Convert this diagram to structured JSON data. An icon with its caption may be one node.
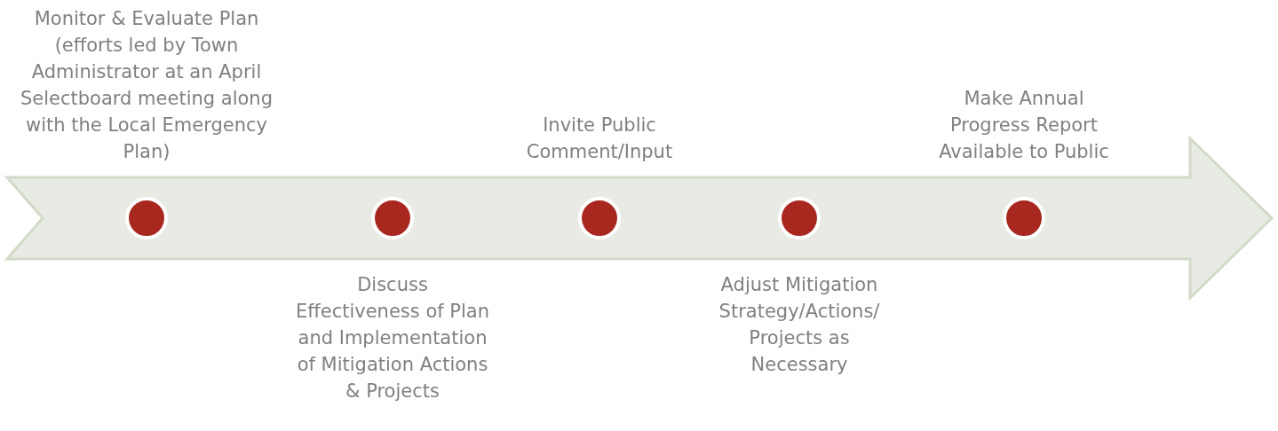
{
  "diagram": {
    "nodes": [
      {
        "text": [],
        "shape": "circle",
        "beside": [
          "Monitor & Evaluate Plan (efforts led by Town Administrator at an April Selectboard meeting along with the Local Emergency Plan)"
        ]
      },
      {
        "text": [],
        "shape": "circle",
        "beside": [
          "Discuss Effectiveness of Plan and Implementation of Mitigation Actions & Projects"
        ]
      },
      {
        "text": [],
        "shape": "circle",
        "beside": [
          "Invite Public Comment/Input"
        ]
      },
      {
        "text": [],
        "shape": "circle",
        "beside": [
          "Adjust Mitigation Strategy/Actions/ Projects as Necessary"
        ]
      },
      {
        "text": [],
        "shape": "circle",
        "beside": [
          "Make Annual Progress Report Available to Public"
        ]
      }
    ]
  }
}
